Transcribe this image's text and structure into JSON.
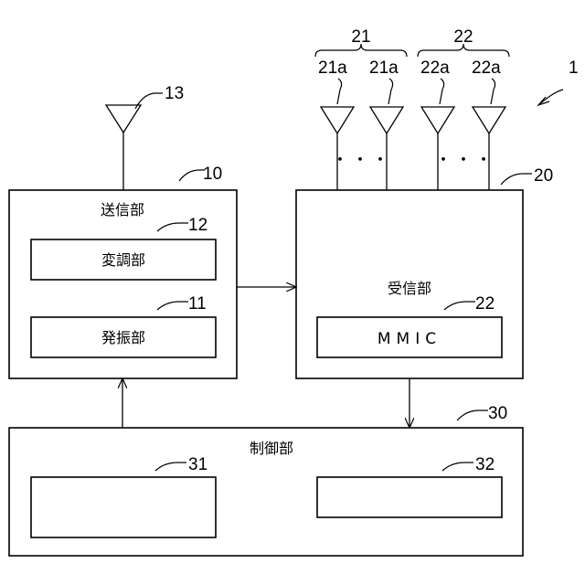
{
  "figure_ref": "1",
  "transmitter": {
    "ref": "10",
    "label": "送信部",
    "antenna_ref": "13",
    "modulator": {
      "ref": "12",
      "label": "変調部"
    },
    "oscillator": {
      "ref": "11",
      "label": "発振部"
    }
  },
  "receiver": {
    "ref": "20",
    "label": "受信部",
    "mmic": {
      "ref": "22",
      "label": "MMIC"
    },
    "antenna_groups": [
      {
        "ref": "21",
        "antennas": [
          "21a",
          "21a"
        ],
        "ellipsis": "・・・"
      },
      {
        "ref": "22",
        "antennas": [
          "22a",
          "22a"
        ],
        "ellipsis": "・・・"
      }
    ]
  },
  "controller": {
    "ref": "30",
    "label": "制御部",
    "left_sub": {
      "ref": "31"
    },
    "right_sub": {
      "ref": "32"
    }
  }
}
